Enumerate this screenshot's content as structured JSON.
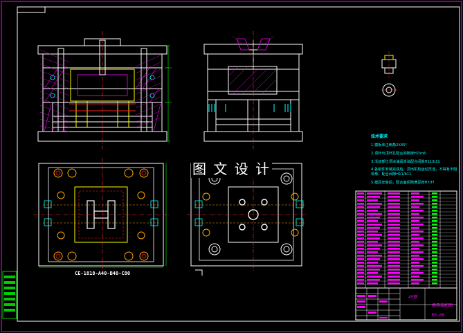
{
  "watermark": "图 文 设 计",
  "plan_view_caption": "CE-1818-A40-B40-C80",
  "notes": {
    "title": "技术要求",
    "items": [
      "1.模板未注倒角2X45°",
      "2.顶杆与顶杆孔配合间隙按H7/m6",
      "3.活动部位须涂油润滑油配合间隙H11/b11",
      "4.各组件安装完成后，顶出机构运动灵活，不得有卡阻现象，配合间隙H11/b11",
      "5.模具安装后，配合面间隙满足按H7/f7"
    ]
  },
  "title_block": {
    "material_value": "45钢",
    "drawing_title": "模具装配图",
    "drawing_number": "MJ-00"
  },
  "colors": {
    "background": "#000000",
    "frame": "#ff00ff",
    "outline": "#ffffff",
    "center_line": "#ff3030",
    "section": "#ff00ff",
    "cooling": "#00ffff",
    "dimension": "#00ff00",
    "notes_text": "#00ffff",
    "part_red": "#ff2020",
    "part_yellow": "#ffff00",
    "bolt_gold": "#ffaa00"
  }
}
